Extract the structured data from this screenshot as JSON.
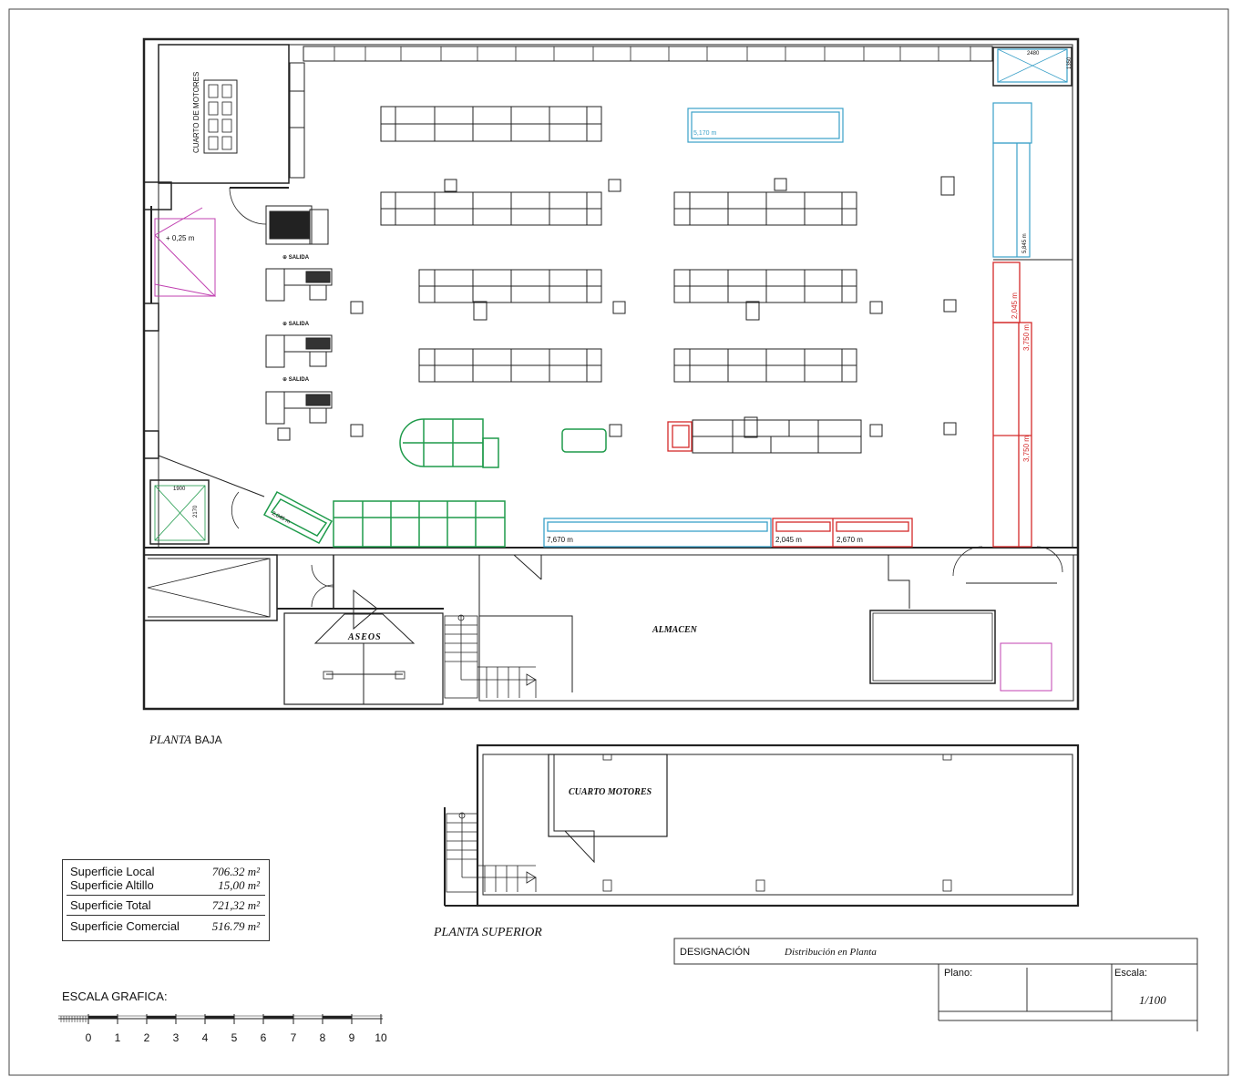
{
  "ground_floor": {
    "title_prefix": "PLANTA",
    "title_suffix": "BAJA",
    "rooms": {
      "motor_room": "CUARTO DE MOTORES",
      "toilets": "ASEOS",
      "storage": "ALMACEN"
    },
    "exit_labels": [
      "SALIDA",
      "SALIDA",
      "SALIDA"
    ],
    "dimensions": {
      "step": "+ 0,25 m",
      "island_top": "5,170 m",
      "cold_right_vertical": "5,845 m",
      "red_vertical_1": "2,045 m",
      "red_vertical_2": "3,750 m",
      "red_vertical_3": "3,750 m",
      "blue_bottom": "7,670 m",
      "red_bottom_1": "2,045 m",
      "red_bottom_2": "2,670 m",
      "room_top_right_w": "2480",
      "room_top_right_h": "1350",
      "room_bottom_left_w": "1900",
      "room_bottom_left_h": "2170",
      "angled_unit": "2,045 m"
    }
  },
  "upper_floor": {
    "title": "PLANTA SUPERIOR",
    "room": "CUARTO MOTORES"
  },
  "areas": [
    {
      "label": "Superficie Local",
      "value": "706.32 m²"
    },
    {
      "label": "Superficie Altillo",
      "value": "15,00 m²"
    },
    {
      "label": "Superficie Total",
      "value": "721,32 m²"
    },
    {
      "label": "Superficie Comercial",
      "value": "516.79 m²"
    }
  ],
  "scale_bar": {
    "title": "ESCALA GRAFICA:",
    "ticks": [
      "0",
      "1",
      "2",
      "3",
      "4",
      "5",
      "6",
      "7",
      "8",
      "9",
      "10"
    ]
  },
  "title_block": {
    "designation_label": "DESIGNACIÓN",
    "designation_value": "Distribución en Planta",
    "plan_label": "Plano:",
    "scale_label": "Escala:",
    "scale_value": "1/100"
  },
  "colors": {
    "wall": "#222222",
    "fixture": "#333333",
    "cold_blue": "#3aa0c8",
    "frozen_red": "#d42a2a",
    "produce_green": "#1e9a4a",
    "accent_magenta": "#c040b0"
  }
}
